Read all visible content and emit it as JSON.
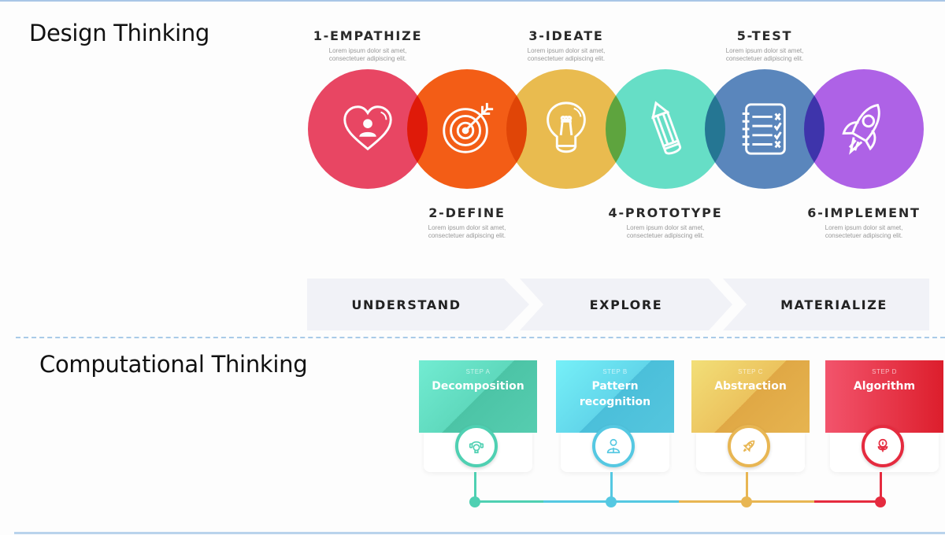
{
  "design_thinking": {
    "title": "Design Thinking",
    "steps": [
      {
        "label": "1-EMPATHIZE",
        "desc1": "Lorem ipsum dolor sit amet,",
        "desc2": "consectetuer adipiscing elit.",
        "color": "#ea4664",
        "icon": "heart-person-icon"
      },
      {
        "label": "2-DEFINE",
        "desc1": "Lorem ipsum dolor sit amet,",
        "desc2": "consectetuer adipiscing elit.",
        "color": "#f55e16",
        "icon": "target-arrow-icon"
      },
      {
        "label": "3-IDEATE",
        "desc1": "Lorem ipsum dolor sit amet,",
        "desc2": "consectetuer adipiscing elit.",
        "color": "#ebbd4f",
        "icon": "lightbulb-icon"
      },
      {
        "label": "4-PROTOTYPE",
        "desc1": "Lorem ipsum dolor sit amet,",
        "desc2": "consectetuer adipiscing elit.",
        "color": "#67e0c8",
        "icon": "pencil-icon"
      },
      {
        "label": "5-TEST",
        "desc1": "Lorem ipsum dolor sit amet,",
        "desc2": "consectetuer adipiscing elit.",
        "color": "#5b87be",
        "icon": "checklist-icon"
      },
      {
        "label": "6-IMPLEMENT",
        "desc1": "Lorem ipsum dolor sit amet,",
        "desc2": "consectetuer adipiscing elit.",
        "color": "#b063e8",
        "icon": "rocket-icon"
      }
    ],
    "phases": [
      "UNDERSTAND",
      "EXPLORE",
      "MATERIALIZE"
    ]
  },
  "computational_thinking": {
    "title": "Computational Thinking",
    "steps": [
      {
        "step": "STEP A",
        "name": "Decomposition",
        "color_from": "#72ecd2",
        "color_to": "#4cc4a6",
        "accent": "#4fd0b2",
        "icon": "head-gears-icon"
      },
      {
        "step": "STEP B",
        "name": "Pattern recognition",
        "color_from": "#76f0f8",
        "color_to": "#4bbfda",
        "accent": "#55c8e2",
        "icon": "person-icon"
      },
      {
        "step": "STEP C",
        "name": "Abstraction",
        "color_from": "#f2df78",
        "color_to": "#e0a845",
        "accent": "#e8b653",
        "icon": "rocket-icon"
      },
      {
        "step": "STEP D",
        "name": "Algorithm",
        "color_from": "#f2546c",
        "color_to": "#dc1e2c",
        "accent": "#e52b3f",
        "icon": "idea-plant-icon"
      }
    ]
  }
}
